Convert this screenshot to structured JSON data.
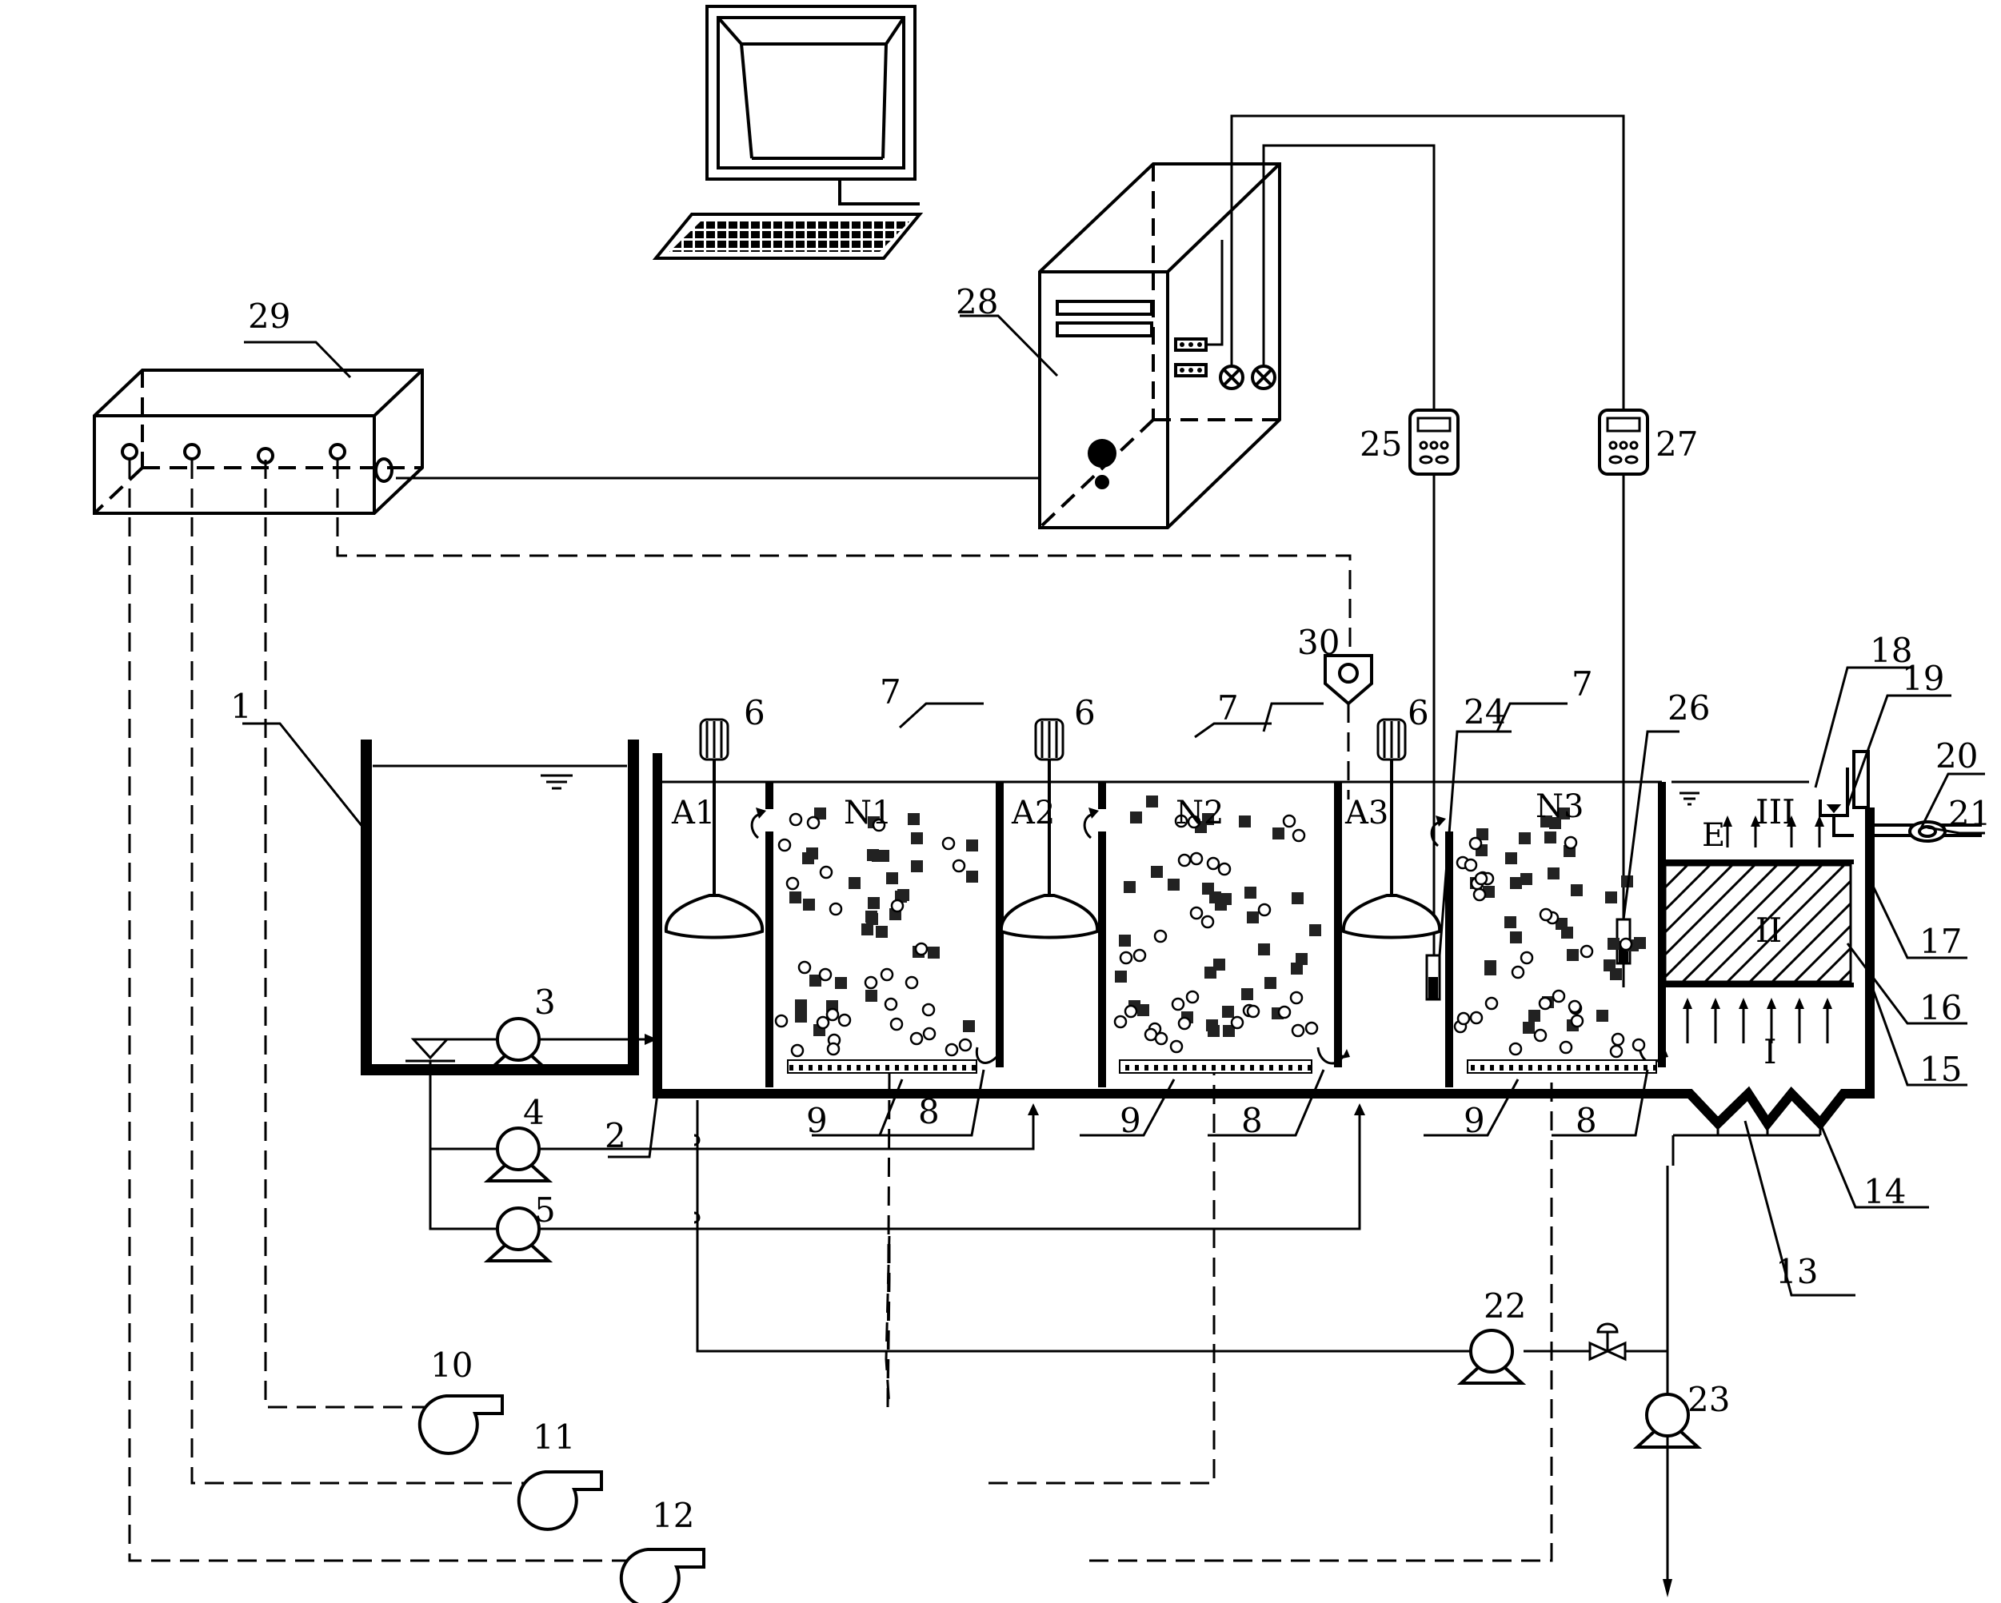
{
  "labels": {
    "l1": "1",
    "l2": "2",
    "l3": "3",
    "l4": "4",
    "l5": "5",
    "l6a": "6",
    "l6b": "6",
    "l6c": "6",
    "l7a": "7",
    "l7b": "7",
    "l7c": "7",
    "l8a": "8",
    "l8b": "8",
    "l8c": "8",
    "l9a": "9",
    "l9b": "9",
    "l9c": "9",
    "l10": "10",
    "l11": "11",
    "l12": "12",
    "l13": "13",
    "l14": "14",
    "l15": "15",
    "l16": "16",
    "l17": "17",
    "l18": "18",
    "l19": "19",
    "l20": "20",
    "l21": "21",
    "l22": "22",
    "l23": "23",
    "l24": "24",
    "l25": "25",
    "l26": "26",
    "l27": "27",
    "l28": "28",
    "l29": "29",
    "l30": "30"
  },
  "zones": {
    "a1": "A1",
    "n1": "N1",
    "a2": "A2",
    "n2": "N2",
    "a3": "A3",
    "n3": "N3",
    "e": "E",
    "r1": "I",
    "r2": "II",
    "r3": "III"
  },
  "colors": {
    "ink": "#000000",
    "background": "#ffffff"
  },
  "icons": {
    "computer": "monitor-icon",
    "keyboard": "keyboard-icon",
    "pump": "pump-icon",
    "blower": "blower-icon",
    "stirrer": "stirrer-icon",
    "meter": "meter-icon"
  }
}
